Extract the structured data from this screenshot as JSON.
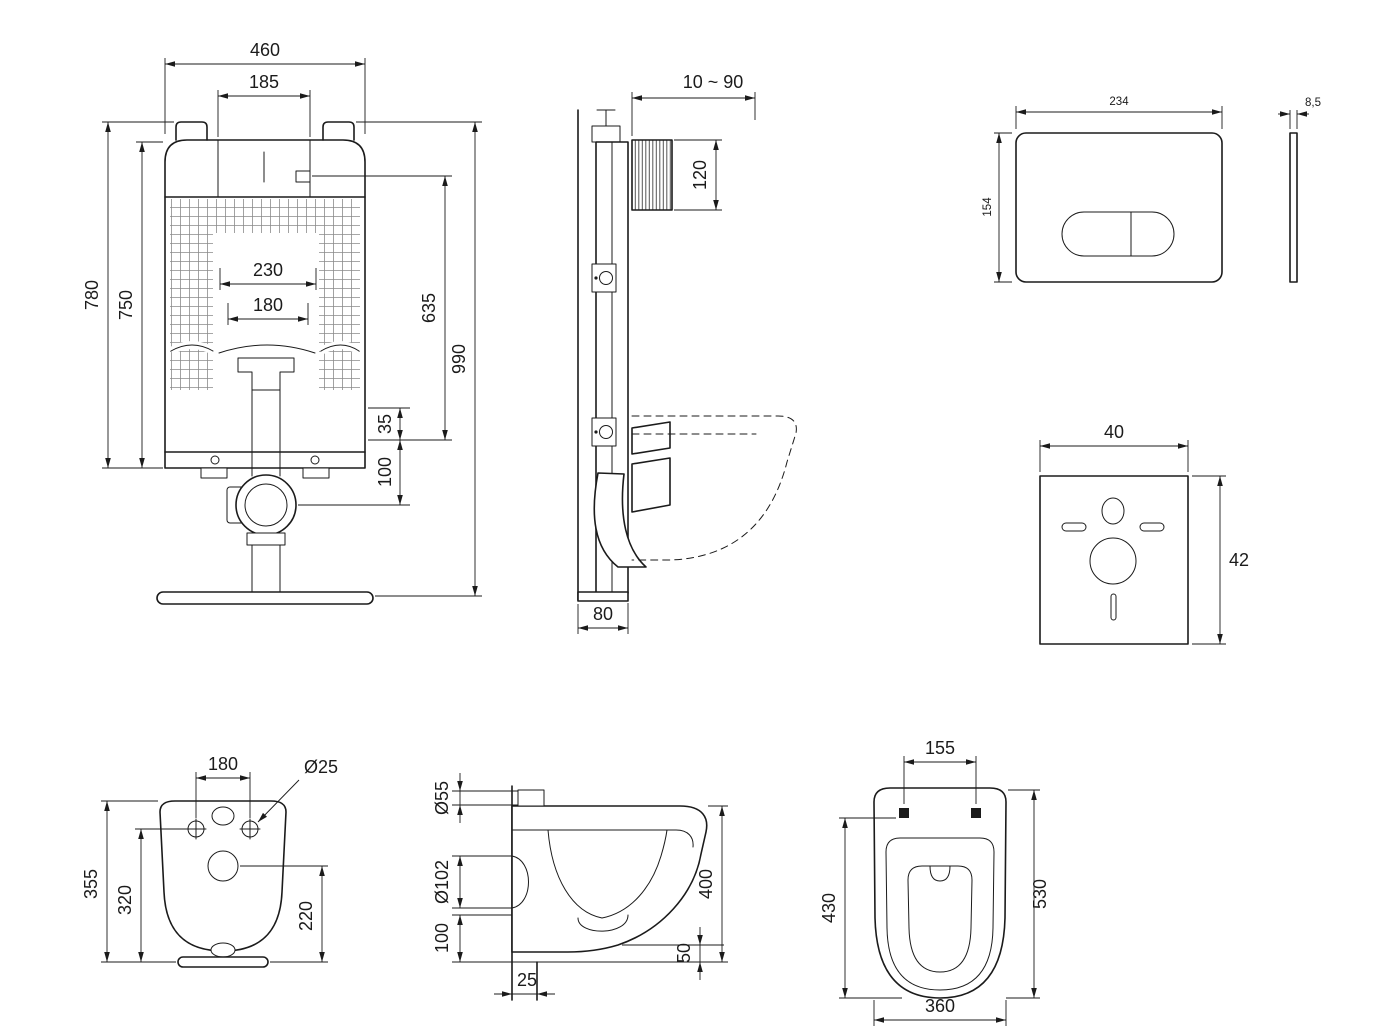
{
  "drawing": {
    "ink": "#1b1b1b",
    "background": "#ffffff"
  },
  "cistern_front": {
    "frame_width": "460",
    "tank_top_width": "185",
    "height_left_outer": "780",
    "height_left_inner": "750",
    "opening_width": "230",
    "opening_width_lower": "180",
    "height_right_inner": "635",
    "height_total": "990",
    "offset_small": "35",
    "offset_outlet": "100"
  },
  "cistern_side": {
    "wall_distance_range": "10 ~ 90",
    "bracket_height": "120",
    "frame_depth": "80"
  },
  "flush_plate": {
    "width": "234",
    "height": "154",
    "thickness": "8,5"
  },
  "sound_mat": {
    "width": "40",
    "height": "42"
  },
  "bowl_rear": {
    "bolt_spacing": "180",
    "bolt_hole_diameter": "Ø25",
    "height_overall": "355",
    "height_bolt_line": "320",
    "height_outlet": "220"
  },
  "bowl_side": {
    "inlet_diameter": "Ø55",
    "outlet_diameter": "Ø102",
    "outlet_height": "100",
    "wall_offset": "25",
    "front_clearance": "50",
    "rim_height": "400"
  },
  "bowl_plan": {
    "hinge_spacing": "155",
    "bowl_length_inner": "430",
    "length_overall": "530",
    "width_overall": "360"
  }
}
